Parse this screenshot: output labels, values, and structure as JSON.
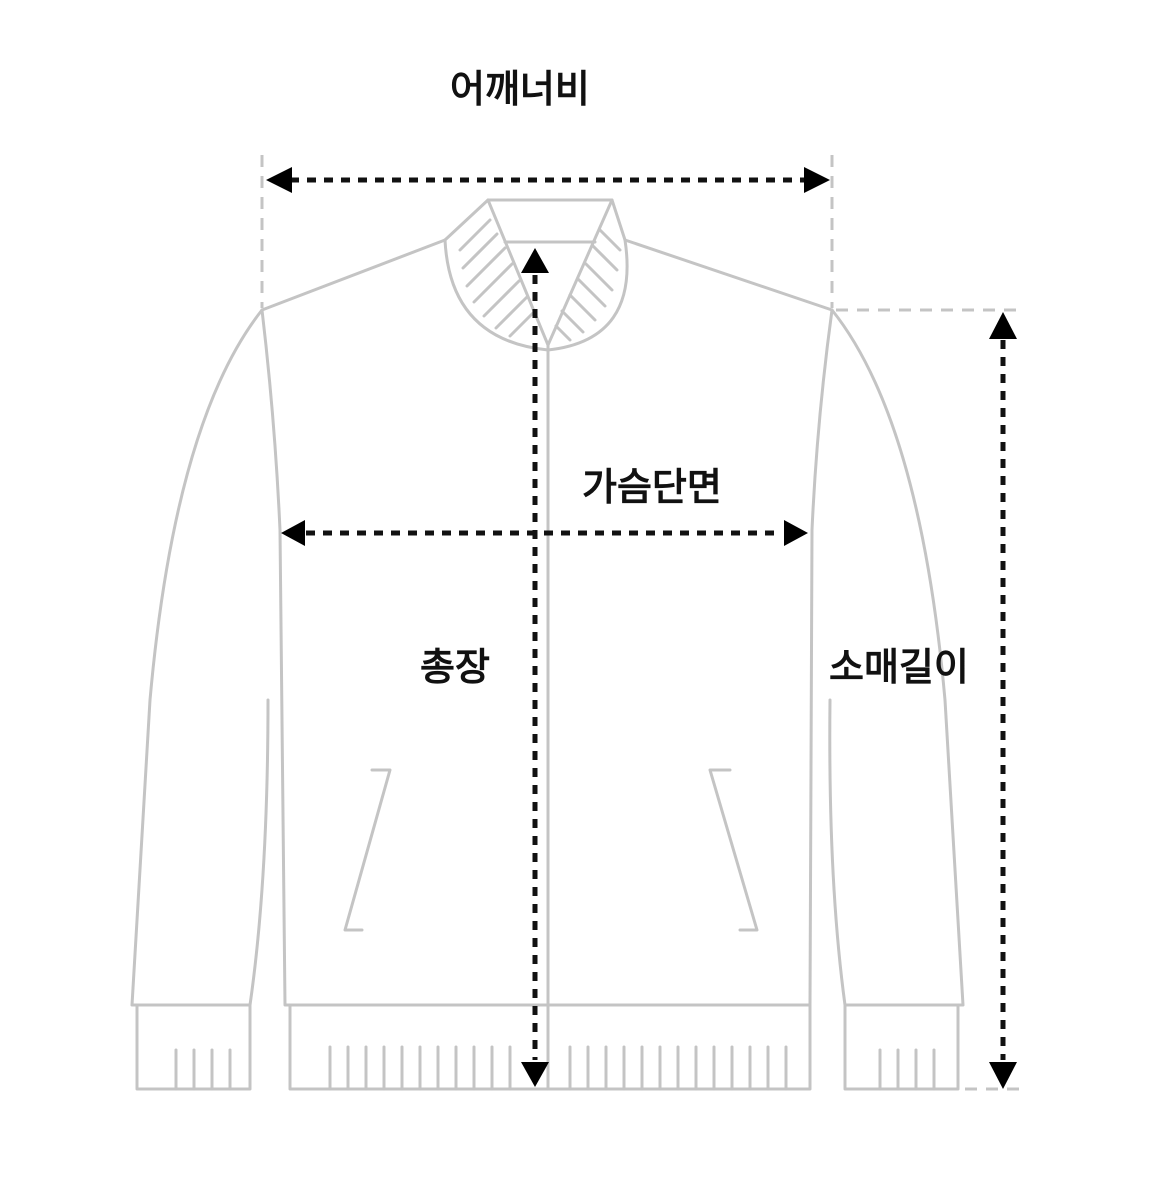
{
  "diagram": {
    "type": "garment-size-guide",
    "subject": "jacket",
    "colors": {
      "outline": "#c4c4c4",
      "measure_line": "#111111",
      "background": "#ffffff"
    },
    "labels": {
      "shoulder_width": "어깨너비",
      "chest_width": "가슴단면",
      "total_length": "총장",
      "sleeve_length": "소매길이"
    },
    "measurements": [
      {
        "id": "shoulder_width",
        "orientation": "horizontal",
        "from": [
          262,
          180
        ],
        "to": [
          832,
          180
        ]
      },
      {
        "id": "chest_width",
        "orientation": "horizontal",
        "from": [
          280,
          533
        ],
        "to": [
          808,
          533
        ]
      },
      {
        "id": "total_length",
        "orientation": "vertical",
        "from": [
          535,
          248
        ],
        "to": [
          535,
          1085
        ]
      },
      {
        "id": "sleeve_length",
        "orientation": "vertical",
        "from": [
          1003,
          312
        ],
        "to": [
          1003,
          1088
        ]
      }
    ]
  }
}
